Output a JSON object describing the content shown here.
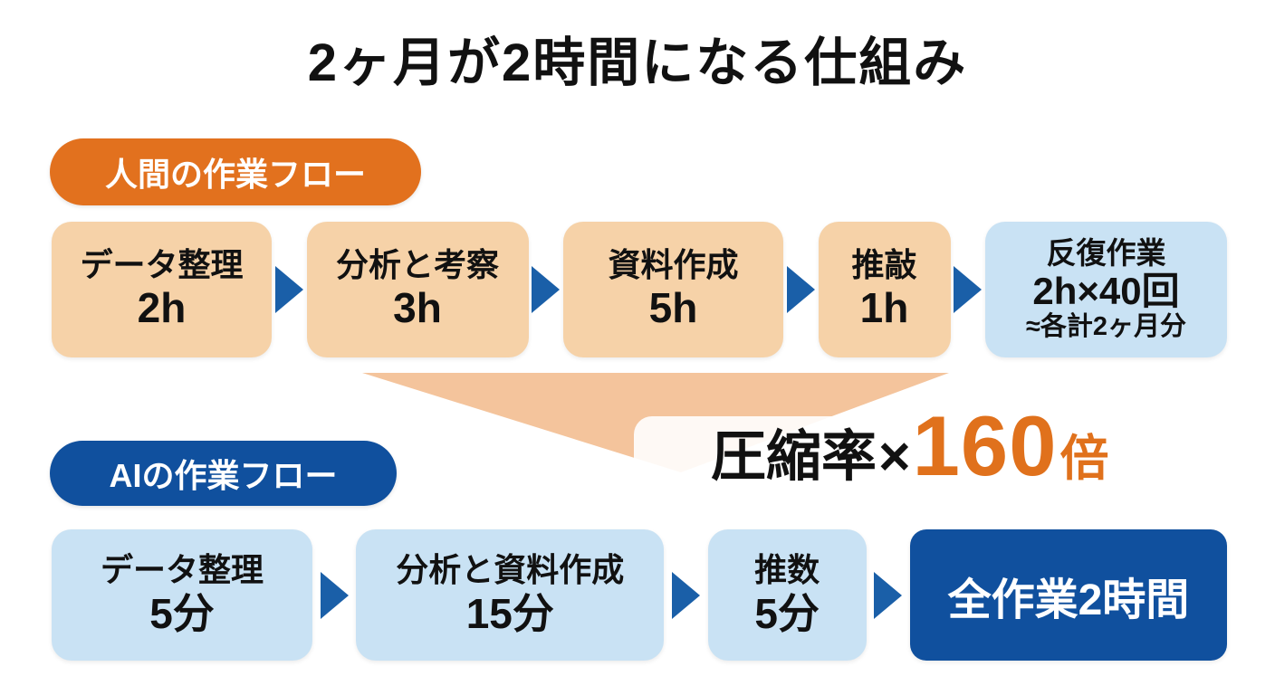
{
  "title": "2ヶ月が2時間になる仕組み",
  "colors": {
    "orange": "#E2711E",
    "peach": "#F6D2A8",
    "light_blue": "#C9E2F4",
    "dark_blue": "#10509E",
    "arrow_blue": "#1A5FA8",
    "funnel": "#F4C49C",
    "accent_orange": "#E0711C",
    "text_black": "#111111"
  },
  "human_flow": {
    "label": "人間の作業フロー",
    "steps": [
      {
        "name": "データ整理",
        "duration": "2h"
      },
      {
        "name": "分析と考察",
        "duration": "3h"
      },
      {
        "name": "資料作成",
        "duration": "5h"
      },
      {
        "name": "推敲",
        "duration": "1h"
      },
      {
        "name": "反復作業",
        "duration": "2h×40回",
        "note": "≈各計2ヶ月分"
      }
    ]
  },
  "compression": {
    "label": "圧縮率",
    "times_symbol": "×",
    "value": "160",
    "unit": "倍"
  },
  "ai_flow": {
    "label": "AIの作業フロー",
    "steps": [
      {
        "name": "データ整理",
        "duration": "5分"
      },
      {
        "name": "分析と資料作成",
        "duration": "15分"
      },
      {
        "name": "推数",
        "duration": "5分"
      }
    ],
    "result": "全作業2時間"
  }
}
